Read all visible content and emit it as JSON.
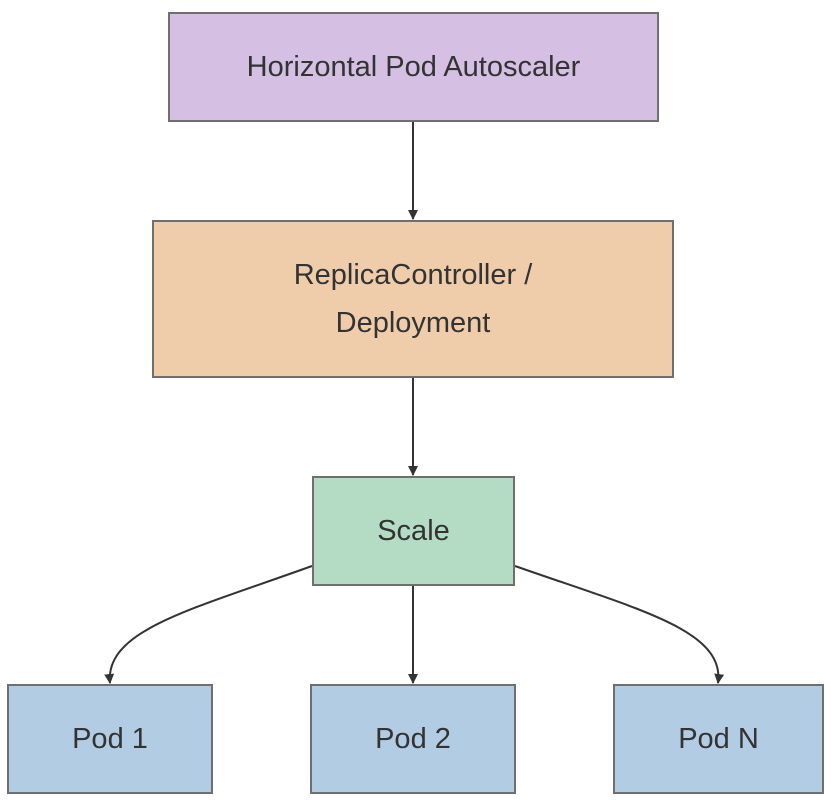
{
  "nodes": {
    "hpa": {
      "label": "Horizontal Pod Autoscaler",
      "color": "#d5bfe3"
    },
    "replica_controller": {
      "label": "ReplicaController / Deployment",
      "color": "#efcdab"
    },
    "scale": {
      "label": "Scale",
      "color": "#b4dcc4"
    },
    "pod1": {
      "label": "Pod 1",
      "color": "#b2cce3"
    },
    "pod2": {
      "label": "Pod 2",
      "color": "#b2cce3"
    },
    "podn": {
      "label": "Pod N",
      "color": "#b2cce3"
    }
  },
  "edges": [
    {
      "from": "hpa",
      "to": "replica_controller"
    },
    {
      "from": "replica_controller",
      "to": "scale"
    },
    {
      "from": "scale",
      "to": "pod1"
    },
    {
      "from": "scale",
      "to": "pod2"
    },
    {
      "from": "scale",
      "to": "podn"
    }
  ],
  "colors": {
    "border": "#6f6f6f",
    "edge": "#333333",
    "text": "#333333"
  }
}
